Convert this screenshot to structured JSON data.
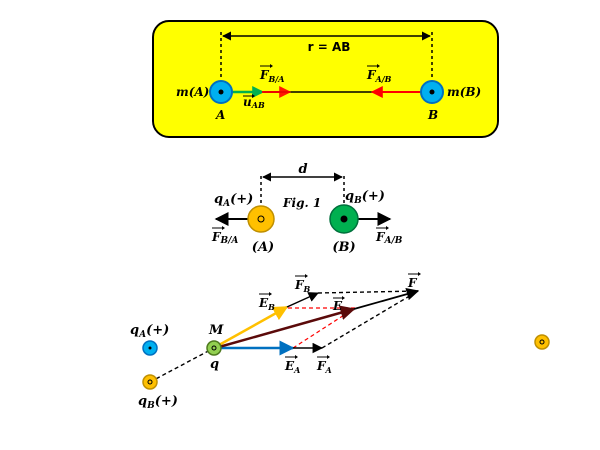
{
  "panel1": {
    "distance_label": "r = AB",
    "mass_a": "m(A)",
    "mass_b": "m(B)",
    "point_a": "A",
    "point_b": "B",
    "force_b_on_a": "F",
    "force_b_on_a_sub": "B/A",
    "force_a_on_b": "F",
    "force_a_on_b_sub": "A/B",
    "unit_vector": "u",
    "unit_vector_sub": "AB",
    "colors": {
      "panel_fill": "#ffff00",
      "body_fill": "#00b0f0",
      "force": "#ff0000",
      "unit_vector": "#00b050"
    }
  },
  "panel2": {
    "distance_label": "d",
    "fig_label": "Fig. 1",
    "charge_a": "q",
    "charge_a_sub": "A",
    "charge_a_sign": "(+)",
    "charge_b": "q",
    "charge_b_sub": "B",
    "charge_b_sign": "(+)",
    "body_a": "(A)",
    "body_b": "(B)",
    "force_b_on_a": "F",
    "force_b_on_a_sub": "B/A",
    "force_a_on_b": "F",
    "force_a_on_b_sub": "A/B",
    "colors": {
      "charge_a_fill": "#ffc000",
      "charge_b_fill": "#00b050"
    }
  },
  "panel3": {
    "charge_a": "q",
    "charge_a_sub": "A",
    "charge_a_sign": "(+)",
    "charge_b": "q",
    "charge_b_sub": "B",
    "charge_b_sign": "(+)",
    "point_m": "M",
    "test_charge": "q",
    "field_a": "E",
    "field_a_sub": "A",
    "field_b": "E",
    "field_b_sub": "B",
    "field_total": "E",
    "force_a": "F",
    "force_a_sub": "A",
    "force_b": "F",
    "force_b_sub": "B",
    "force_total": "F",
    "colors": {
      "field_a": "#0070c0",
      "field_b": "#ffc000",
      "total_field": "#5b0a0a",
      "construction": "#ff0000",
      "point_m_fill": "#92d050"
    }
  }
}
